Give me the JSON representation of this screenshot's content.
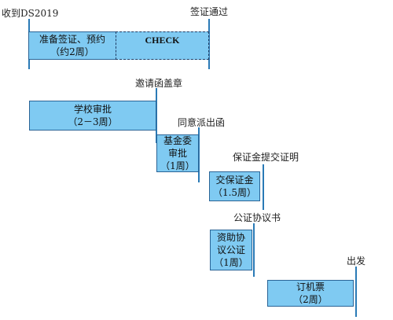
{
  "milestones": {
    "receive_ds2019": "收到DS2019",
    "visa_approved": "签证通过",
    "invitation_stamp": "邀请函盖章",
    "agree_dispatch_letter": "同意派出函",
    "guarantee_proof": "保证金提交证明",
    "notarized_agreement": "公证协议书",
    "departure": "出发"
  },
  "tasks": {
    "visa_prep": {
      "line1": "准备签证、预约",
      "line2": "（约2周）"
    },
    "check": {
      "line1": "CHECK"
    },
    "school_approval": {
      "line1": "学校审批",
      "line2": "（2－3周）"
    },
    "fund_committee": {
      "line1": "基金委",
      "line2": "审批",
      "line3": "（1周）"
    },
    "deposit": {
      "line1": "交保证金",
      "line2": "（1.5周）"
    },
    "notarize": {
      "line1": "资助协",
      "line2": "议公证",
      "line3": "（1周）"
    },
    "ticket": {
      "line1": "订机票",
      "line2": "（2周）"
    }
  },
  "colors": {
    "box_fill": "#7fcaf2",
    "box_border": "#2a6496",
    "marker": "#2a7ab6"
  }
}
